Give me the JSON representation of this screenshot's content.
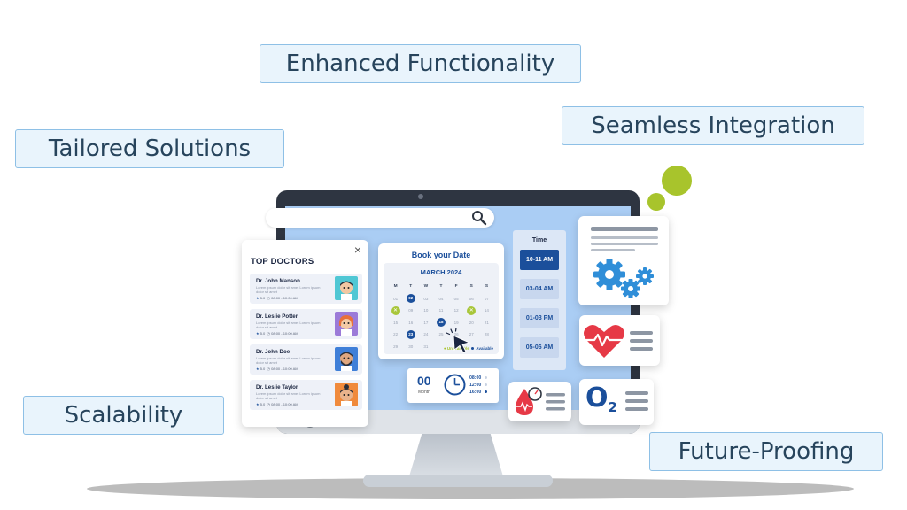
{
  "feature_tags": {
    "enhanced_functionality": "Enhanced Functionality",
    "seamless_integration": "Seamless Integration",
    "tailored_solutions": "Tailored Solutions",
    "scalability": "Scalability",
    "future_proofing": "Future-Proofing"
  },
  "top_doctors": {
    "title": "TOP DOCTORS",
    "close": "×",
    "doctors": [
      {
        "name": "Dr. John Manson",
        "desc": "Lorem ipsum dolor sit amet Lorem ipsum dolor sit amet",
        "rating": "5.0",
        "hours": "08:00 - 10:00 AM"
      },
      {
        "name": "Dr. Leslie Potter",
        "desc": "Lorem ipsum dolor sit amet Lorem ipsum dolor sit amet",
        "rating": "5.0",
        "hours": "08:00 - 10:00 AM"
      },
      {
        "name": "Dr. John Doe",
        "desc": "Lorem ipsum dolor sit amet Lorem ipsum dolor sit amet",
        "rating": "5.0",
        "hours": "08:00 - 10:00 AM"
      },
      {
        "name": "Dr. Leslie Taylor",
        "desc": "Lorem ipsum dolor sit amet Lorem ipsum dolor sit amet",
        "rating": "5.0",
        "hours": "08:00 - 10:00 AM"
      }
    ]
  },
  "calendar": {
    "title": "Book your Date",
    "month": "MARCH  2024",
    "weekdays": [
      "M",
      "T",
      "W",
      "T",
      "F",
      "S",
      "S"
    ],
    "weeks": [
      [
        "01",
        "02",
        "03",
        "04",
        "05",
        "06",
        "07"
      ],
      [
        "08",
        "09",
        "10",
        "11",
        "12",
        "13",
        "14"
      ],
      [
        "15",
        "16",
        "17",
        "18",
        "19",
        "20",
        "21"
      ],
      [
        "22",
        "23",
        "24",
        "25",
        "26",
        "27",
        "28"
      ],
      [
        "29",
        "30",
        "31",
        "",
        "",
        "",
        ""
      ]
    ],
    "legend_unavailable": "Unavailable",
    "legend_available": "Available"
  },
  "time_picker": {
    "title": "Time",
    "slots": [
      "10-11 AM",
      "03-04 AM",
      "01-03 PM",
      "05-06 AM"
    ]
  },
  "timer": {
    "value": "00",
    "unit": "Month",
    "times": [
      "08:00",
      "12:00",
      "16:00"
    ]
  },
  "o2_card": {
    "symbol": "O",
    "subscript": "2"
  },
  "colors": {
    "accent_blue": "#1b4f9b",
    "lime_green": "#a8c42c",
    "screen_blue": "#aacdf4",
    "heart_red": "#e63946"
  }
}
